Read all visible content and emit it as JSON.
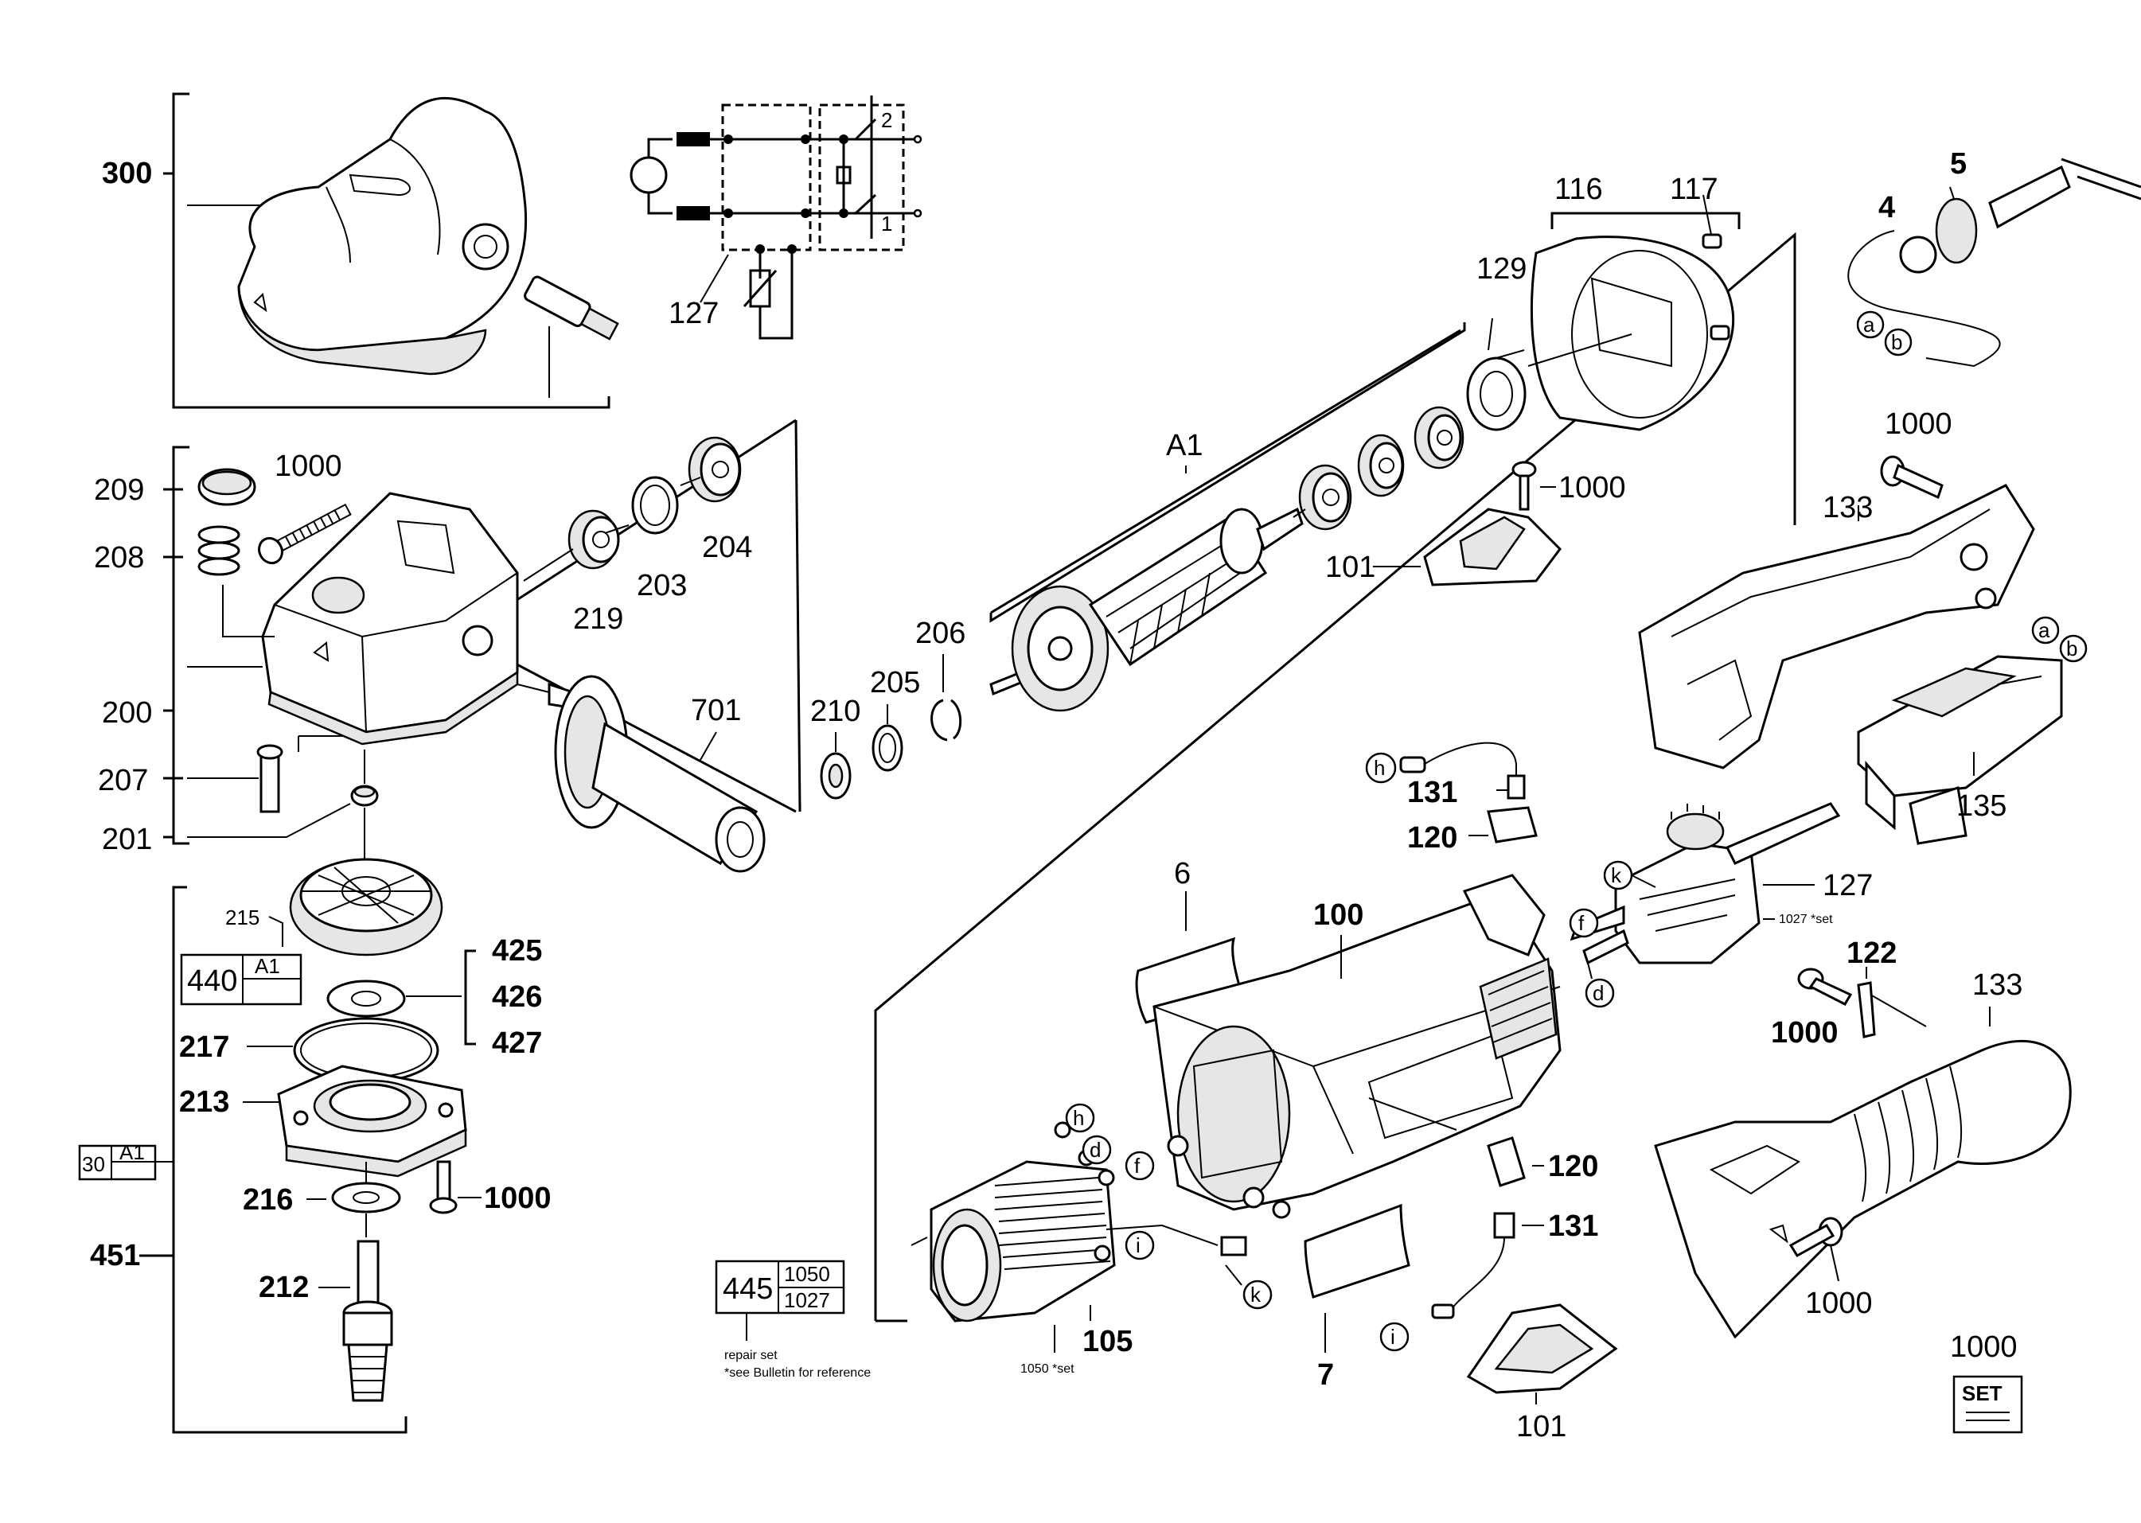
{
  "labels": {
    "l300": "300",
    "l127a": "127",
    "l116": "116",
    "l117": "117",
    "l129": "129",
    "l5": "5",
    "l4": "4",
    "la1": "a",
    "lb1": "b",
    "l1000a": "1000",
    "l209": "209",
    "l208": "208",
    "l200": "200",
    "l207": "207",
    "l201": "201",
    "l219": "219",
    "l203": "203",
    "l204": "204",
    "l701": "701",
    "lA1": "A1",
    "l1000b": "1000",
    "l101a": "101",
    "l206": "206",
    "l205": "205",
    "l210": "210",
    "l1000c": "1000",
    "l133a": "133",
    "la2": "a",
    "lb2": "b",
    "l135": "135",
    "lh1": "h",
    "l131a": "131",
    "l120a": "120",
    "l215": "215",
    "l425": "425",
    "l426": "426",
    "l427": "427",
    "l217": "217",
    "l213": "213",
    "l216": "216",
    "l1000d": "1000",
    "l451": "451",
    "l212": "212",
    "l6": "6",
    "l100": "100",
    "lk1": "k",
    "lf1": "f",
    "ld1": "d",
    "l127b": "127",
    "l1027set": "1027 *set",
    "l122": "122",
    "l133b": "133",
    "l1000e": "1000",
    "lh2": "h",
    "ld2": "d",
    "lf2": "f",
    "li1": "i",
    "lk2": "k",
    "li2": "i",
    "l120b": "120",
    "l131b": "131",
    "l105": "105",
    "l1050set": "1050 *set",
    "l7": "7",
    "l101b": "101",
    "l1000f": "1000",
    "l1000g": "1000"
  },
  "boxes": {
    "box440": {
      "num": "440",
      "ref": "A1"
    },
    "box30": {
      "num": "30",
      "ref": "A1"
    },
    "box445": {
      "num": "445",
      "top": "1050",
      "bottom": "1027"
    }
  },
  "notes": {
    "repair": "repair set",
    "bulletin": "*see Bulletin for reference"
  },
  "schematic": {
    "sw1": "1",
    "sw2": "2"
  },
  "set_badge": "SET"
}
